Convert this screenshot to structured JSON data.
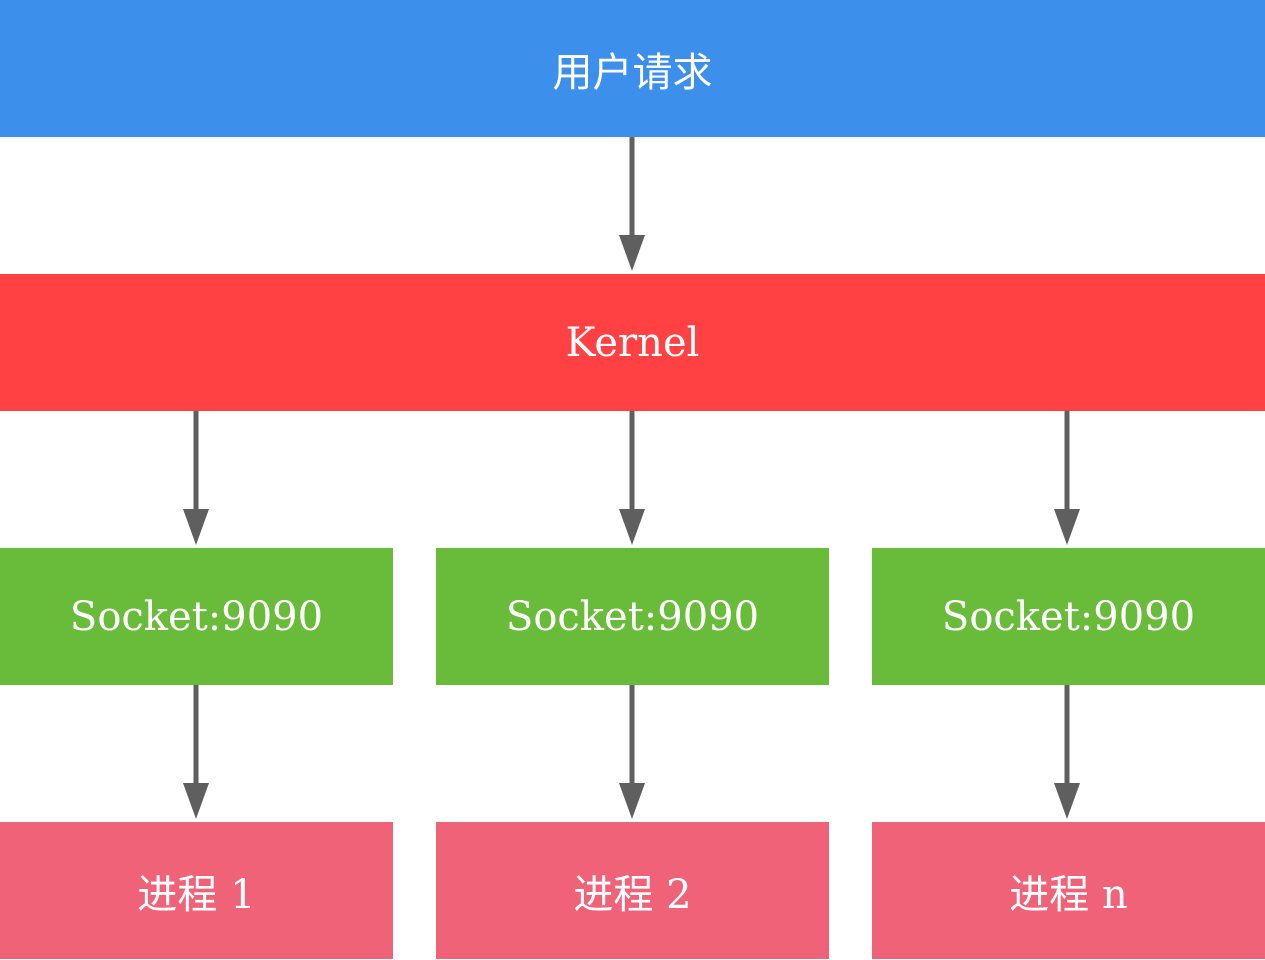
{
  "colors": {
    "request": "#3d8fec",
    "kernel": "#ff4143",
    "socket": "#69bc39",
    "process": "#f06278",
    "arrow": "#5f5f5f",
    "text": "#ffffff"
  },
  "nodes": {
    "request": {
      "label": "用户请求"
    },
    "kernel": {
      "label": "Kernel"
    },
    "sockets": [
      {
        "label": "Socket:9090"
      },
      {
        "label": "Socket:9090"
      },
      {
        "label": "Socket:9090"
      }
    ],
    "processes": [
      {
        "label": "进程 1"
      },
      {
        "label": "进程 2"
      },
      {
        "label": "进程 n"
      }
    ]
  },
  "edges": [
    {
      "from": "request",
      "to": "kernel"
    },
    {
      "from": "kernel",
      "to": "socket-1"
    },
    {
      "from": "kernel",
      "to": "socket-2"
    },
    {
      "from": "kernel",
      "to": "socket-3"
    },
    {
      "from": "socket-1",
      "to": "process-1"
    },
    {
      "from": "socket-2",
      "to": "process-2"
    },
    {
      "from": "socket-3",
      "to": "process-3"
    }
  ]
}
